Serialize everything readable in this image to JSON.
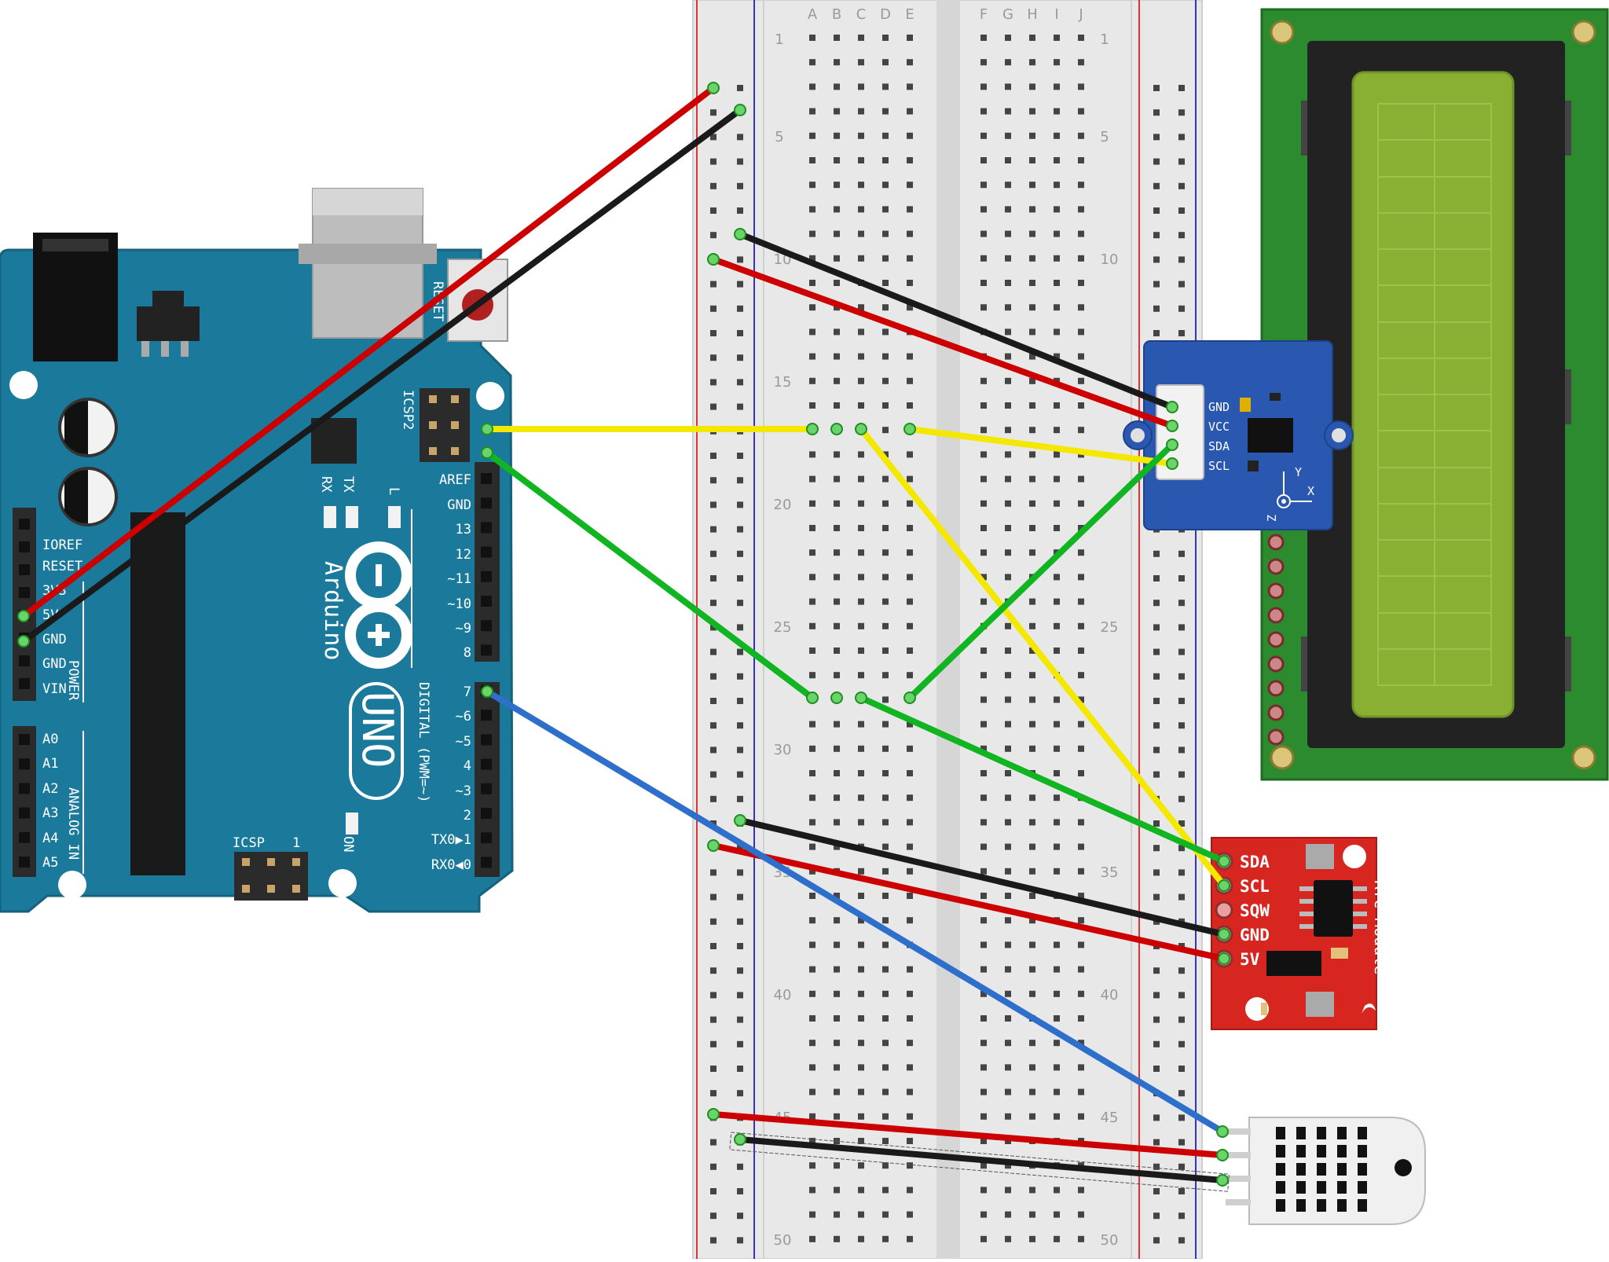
{
  "arduino": {
    "brand": "Arduino",
    "model": "UNO",
    "reset_label": "RESET",
    "icsp2_label": "ICSP2",
    "icsp_label": "ICSP",
    "icsp_pin1": "1",
    "on_label": "ON",
    "rx_label": "RX",
    "tx_label": "TX",
    "l_label": "L",
    "digital_label": "DIGITAL (PWM=~)",
    "power_label": "POWER",
    "analog_label": "ANALOG IN",
    "power_pins": [
      "IOREF",
      "RESET",
      "3V3",
      "5V",
      "GND",
      "GND",
      "VIN"
    ],
    "analog_pins": [
      "A0",
      "A1",
      "A2",
      "A3",
      "A4",
      "A5"
    ],
    "digital_pins_top": [
      "AREF",
      "GND",
      "13",
      "12",
      "~11",
      "~10",
      "~9",
      "8"
    ],
    "digital_pins_bottom": [
      "7",
      "~6",
      "~5",
      "4",
      "~3",
      "2",
      "TX0▶1",
      "RX0◀0"
    ]
  },
  "breadboard": {
    "columns_left": [
      "A",
      "B",
      "C",
      "D",
      "E"
    ],
    "columns_right": [
      "F",
      "G",
      "H",
      "I",
      "J"
    ],
    "row_numbers": [
      "1",
      "5",
      "10",
      "15",
      "20",
      "25",
      "30",
      "35",
      "40",
      "45",
      "50"
    ]
  },
  "accelerometer": {
    "pins": [
      "GND",
      "VCC",
      "SDA",
      "SCL"
    ],
    "axis_labels": [
      "Y",
      "X",
      "Z"
    ]
  },
  "rtc": {
    "title": "RTC Module",
    "pins": [
      "SDA",
      "SCL",
      "SQW",
      "GND",
      "5V"
    ]
  },
  "colors": {
    "arduino_board": "#1b7a9b",
    "breadboard": "#e6e6e6",
    "lcd_pcb": "#2c8b2f",
    "lcd_screen": "#89b032",
    "accelerometer_pcb": "#2a58b0",
    "rtc_pcb": "#d7261f",
    "dht_body": "#f0f0f0",
    "wire_red": "#cc0000",
    "wire_black": "#1a1a1a",
    "wire_yellow": "#f4e800",
    "wire_green": "#11b522",
    "wire_blue": "#2f6fcc"
  }
}
